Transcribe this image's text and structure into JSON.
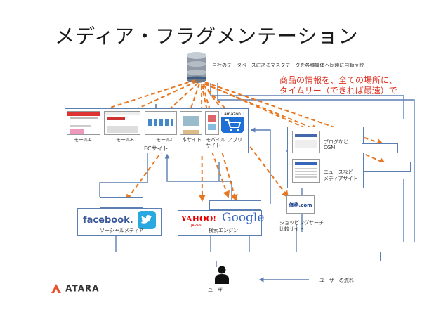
{
  "title": "メディア・フラグメンテーション",
  "db_caption": "自社のデータベースにあるマスタデータを各種媒体へ同時に自動反映",
  "highlight_line1": "商品の情報を、全ての場所に、",
  "highlight_line2": "タイムリー（できれば最速）で",
  "ec": {
    "label": "ECサイト",
    "mall_a": "モールA",
    "mall_b": "モールB",
    "mall_c": "モールC",
    "main_site": "本サイト",
    "mobile_l1": "モバイル",
    "mobile_l2": "サイト",
    "app": "アプリ",
    "amazon": "amazon"
  },
  "right": {
    "blog_l1": "ブログなど",
    "blog_l2": "CGM",
    "news_l1": "ニュースなど",
    "news_l2": "メディアサイト"
  },
  "social": {
    "label": "ソーシャルメディア",
    "facebook": "facebook."
  },
  "search": {
    "label": "検索エンジン",
    "yahoo": "YAHOO!",
    "yahoo_sub": "JAPAN",
    "google": "Google"
  },
  "shopping": {
    "logo": "価格.com",
    "l1": "ショッピングサーチ",
    "l2": "比較サイト"
  },
  "user": {
    "label": "ユーザー"
  },
  "legend": {
    "label": "ユーザーの流れ"
  },
  "brand": {
    "name": "ATARA"
  },
  "colors": {
    "arrow_orange": "#e87722",
    "flow_blue": "#5b7fb3",
    "highlight_red": "#e03020",
    "facebook_blue": "#3b5998"
  }
}
